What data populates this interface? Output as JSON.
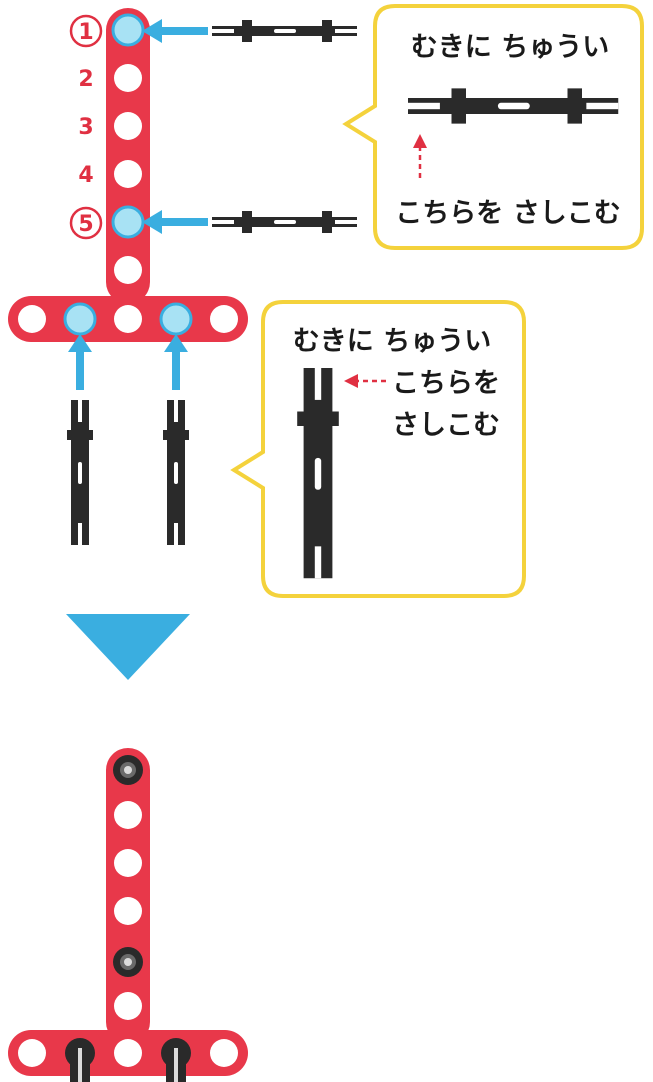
{
  "steps": {
    "labels": [
      "1",
      "2",
      "3",
      "4",
      "5"
    ],
    "highlighted": [
      "1",
      "5"
    ]
  },
  "callout_top": {
    "heading": "むきに ちゅうい",
    "instruction": "こちらを さしこむ"
  },
  "callout_mid": {
    "heading": "むきに ちゅうい",
    "instruction_line1": "こちらを",
    "instruction_line2": "さしこむ"
  },
  "colors": {
    "beam": "#e8384a",
    "beam_dark": "#c8283a",
    "hole_fill": "#ffffff",
    "hole_highlight": "#a8e2f4",
    "arrow": "#3aaee0",
    "callout_border": "#f4d23c",
    "pin": "#2a2a2a",
    "number": "#e03042",
    "hint_arrow": "#e03042"
  },
  "icons": {
    "big_arrow": "down-triangle-icon",
    "pin": "black-friction-pin-icon"
  }
}
